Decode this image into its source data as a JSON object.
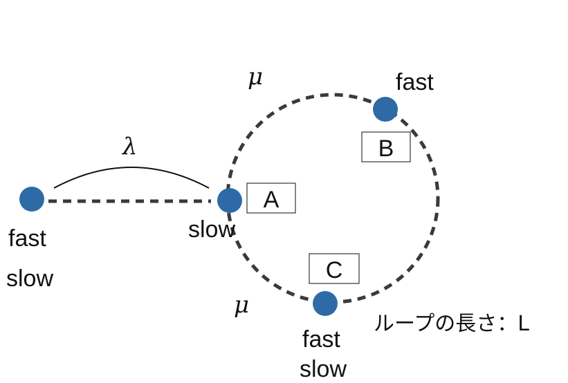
{
  "labels": {
    "mu_top": "μ",
    "mu_bottom": "μ",
    "lambda": "λ",
    "fast_left": "fast",
    "slow_left": "slow",
    "slow_mid": "slow",
    "fast_top": "fast",
    "fast_bottom": "fast",
    "slow_bottom": "slow",
    "box_a": "A",
    "box_b": "B",
    "box_c": "C",
    "loop_length": "ループの長さ：L"
  },
  "colors": {
    "node": "#2e6aa6",
    "dash": "#3a3a3a",
    "arc": "#111111"
  }
}
